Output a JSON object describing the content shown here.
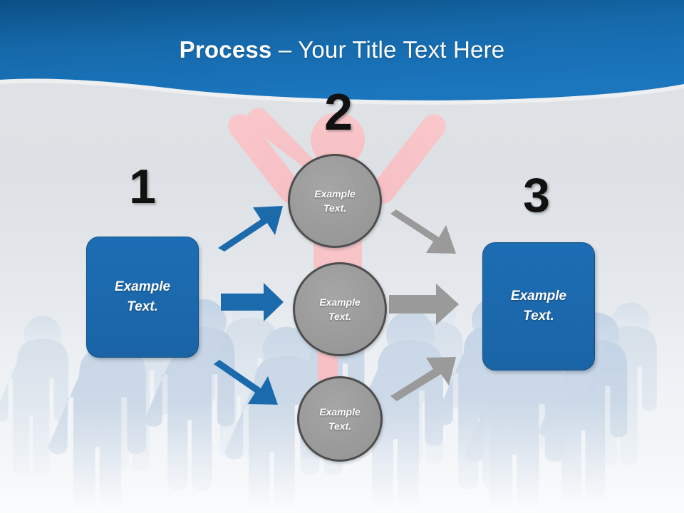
{
  "slide": {
    "title_strong": "Process",
    "title_rest": " – Your Title Text Here",
    "title_full": "Process – Your Title Text Here"
  },
  "colors": {
    "header_blue_dark": "#0d5288",
    "header_blue_light": "#1f72b8",
    "box_blue": "#1b68ac",
    "box_blue_border": "#12507f",
    "circle_gray": "#9b9b9b",
    "circle_gray_border": "#4d4d4d",
    "arrow_blue": "#1b6aab",
    "arrow_gray": "#9a9a9a",
    "figure_pink": "#f8c8cc",
    "figure_blue": "#c6d5e6",
    "background_gray": "#dee2e6",
    "number_black": "#111111",
    "text_white": "#ffffff"
  },
  "steps": [
    {
      "number": "1",
      "label_line1": "Example",
      "label_line2": "Text.",
      "shape": "rounded-rect",
      "side": "left"
    },
    {
      "number": "2",
      "label_line1": "Example",
      "label_line2": "Text.",
      "shape": "circle",
      "side": "center"
    },
    {
      "number": "3",
      "label_line1": "Example",
      "label_line2": "Text.",
      "shape": "rounded-rect",
      "side": "right"
    }
  ],
  "center_circles": [
    {
      "line1": "Example",
      "line2": "Text.",
      "position": "top"
    },
    {
      "line1": "Example",
      "line2": "Text.",
      "position": "middle"
    },
    {
      "line1": "Example",
      "line2": "Text.",
      "position": "bottom"
    }
  ],
  "arrows": [
    {
      "name": "blue-arrow-up",
      "color": "#1b6aab",
      "direction": "up-right",
      "from": "step-1",
      "to": "circle-top"
    },
    {
      "name": "blue-arrow-middle",
      "color": "#1b6aab",
      "direction": "right",
      "from": "step-1",
      "to": "circle-middle"
    },
    {
      "name": "blue-arrow-down",
      "color": "#1b6aab",
      "direction": "down-right",
      "from": "step-1",
      "to": "circle-bottom"
    },
    {
      "name": "gray-arrow-top",
      "color": "#9a9a9a",
      "direction": "down-right",
      "from": "circle-top",
      "to": "step-3"
    },
    {
      "name": "gray-arrow-middle",
      "color": "#9a9a9a",
      "direction": "right",
      "from": "circle-middle",
      "to": "step-3"
    },
    {
      "name": "gray-arrow-bottom",
      "color": "#9a9a9a",
      "direction": "up-right",
      "from": "circle-bottom",
      "to": "step-3"
    }
  ],
  "decorations": {
    "pink_figure": "person-arms-raised-silhouette",
    "background_figures": "crowd-of-people-silhouettes"
  }
}
